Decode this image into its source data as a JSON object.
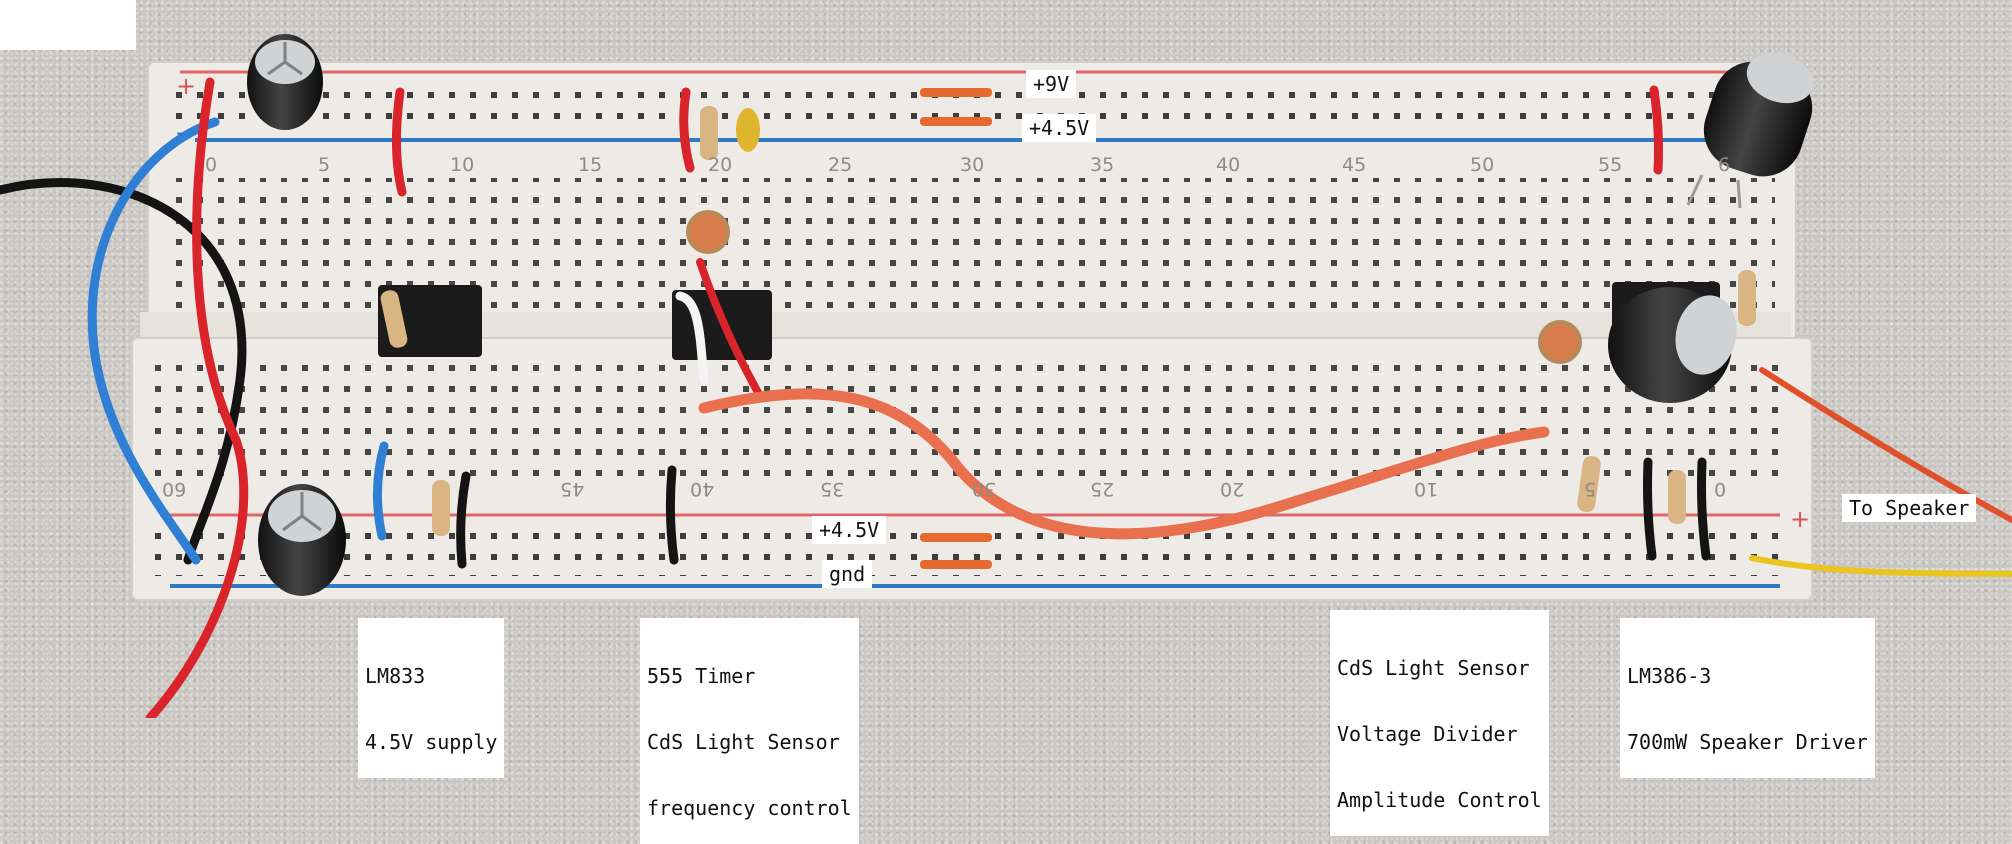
{
  "labels": {
    "plus9v": "+9V",
    "plus45v_top": "+4.5V",
    "plus45v_bottom": "+4.5V",
    "gnd": "gnd",
    "to_speaker": "To Speaker",
    "lm833": [
      "LM833",
      "4.5V supply"
    ],
    "timer555": [
      "555 Timer",
      "CdS Light Sensor",
      "frequency control"
    ],
    "voltage_divider": [
      "CdS Light Sensor",
      "Voltage Divider",
      "Amplitude Control"
    ],
    "lm386": [
      "LM386-3",
      "700mW Speaker Driver"
    ]
  },
  "breadboard": {
    "top_columns": [
      "0",
      "5",
      "10",
      "15",
      "20",
      "25",
      "30",
      "35",
      "40",
      "45",
      "50",
      "55",
      "6"
    ],
    "bottom_columns": [
      "60",
      "45",
      "40",
      "35",
      "30",
      "25",
      "20",
      "10",
      "5",
      "0"
    ],
    "rails": [
      "+",
      "-"
    ]
  },
  "colors": {
    "board": "#eeebe6",
    "rail_red": "#e0666a",
    "rail_blue": "#2f78c4",
    "wire_red": "#d8242a",
    "wire_blue": "#2f7fd4",
    "wire_black": "#141414",
    "wire_orange": "#e8704e",
    "wire_yellow": "#e9c51e"
  }
}
